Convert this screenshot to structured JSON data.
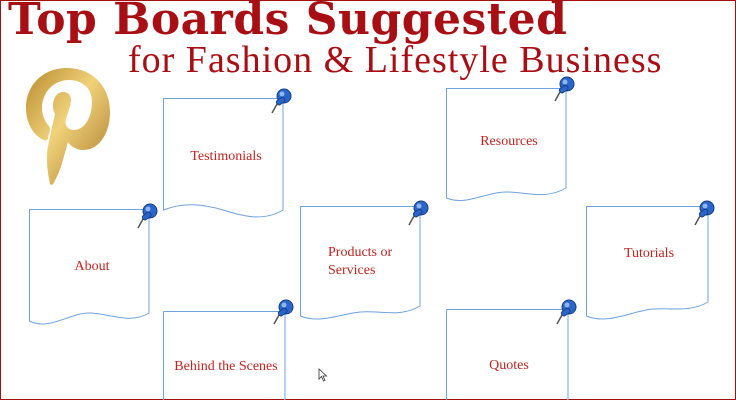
{
  "title": {
    "line1": "Top Boards Suggested",
    "line2": "for Fashion & Lifestyle Business"
  },
  "logo_icon": "pinterest-logo",
  "pin_icon": "pushpin-icon",
  "colors": {
    "title": "#a80f14",
    "label": "#c0241f",
    "border": "#6fa3dc",
    "logo_gold": "#c9a24a",
    "pin": "#2a66c9"
  },
  "boards": [
    {
      "label": "Testimonials"
    },
    {
      "label": "Resources"
    },
    {
      "label": "About"
    },
    {
      "label": "Products or Services",
      "lines": [
        "Products or",
        "Services"
      ]
    },
    {
      "label": "Tutorials"
    },
    {
      "label": "Behind the Scenes"
    },
    {
      "label": "Quotes"
    }
  ]
}
